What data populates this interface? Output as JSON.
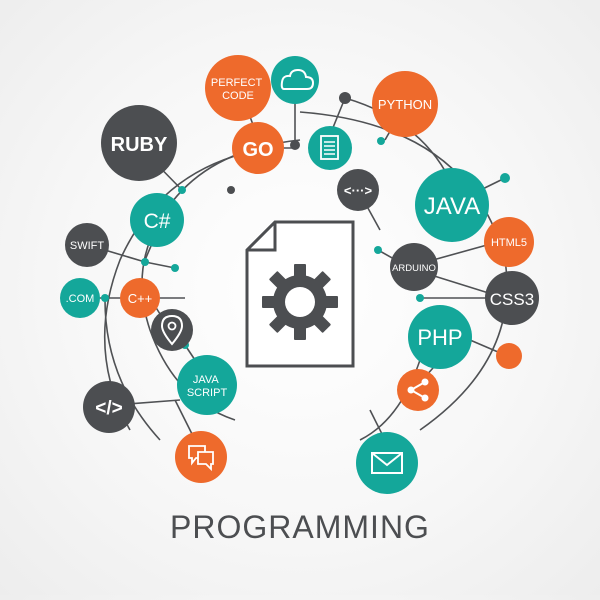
{
  "title": "PROGRAMMING",
  "colors": {
    "orange": "#ee6a2c",
    "teal": "#14a79a",
    "dark": "#4c4e51",
    "line": "#4f5154",
    "text_light": "#ffffff",
    "title_text": "#4c4e51"
  },
  "nodes": {
    "ruby": "RUBY",
    "perfect_code": [
      "PERFECT",
      "CODE"
    ],
    "go": "GO",
    "python": "PYTHON",
    "csharp": "C#",
    "swift": "SWIFT",
    "java": "JAVA",
    "html5": "HTML5",
    "arduino": "ARDUINO",
    "css3": "CSS3",
    "com": ".COM",
    "cpp": "C++",
    "php": "PHP",
    "javascript": [
      "JAVA",
      "SCRIPT"
    ]
  },
  "icons": {
    "center": "document-gear-icon",
    "cloud": "cloud-icon",
    "document": "document-lines-icon",
    "code": "code-brackets-icon",
    "map_pin": "map-pin-icon",
    "code_tag": "code-tag-icon",
    "chat": "chat-bubbles-icon",
    "share": "share-icon",
    "mail": "mail-envelope-icon"
  }
}
